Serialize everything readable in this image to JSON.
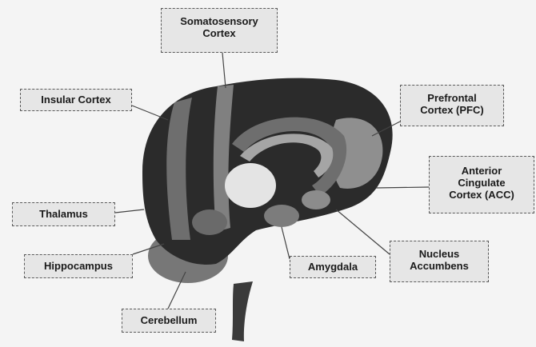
{
  "labels": {
    "somatosensory": "Somatosensory\nCortex",
    "insular": "Insular Cortex",
    "prefrontal": "Prefrontal\nCortex (PFC)",
    "anterior_cingulate": "Anterior\nCingulate\nCortex (ACC)",
    "thalamus": "Thalamus",
    "hippocampus": "Hippocampus",
    "amygdala": "Amygdala",
    "nucleus_accumbens": "Nucleus\nAccumbens",
    "cerebellum": "Cerebellum"
  },
  "colors": {
    "background": "#f4f4f4",
    "brain_dark": "#2b2b2b",
    "brain_mid": "#6e6e6e",
    "brain_light": "#9a9a9a",
    "thalamus": "#e4e4e4",
    "label_fill": "#e6e6e6"
  }
}
